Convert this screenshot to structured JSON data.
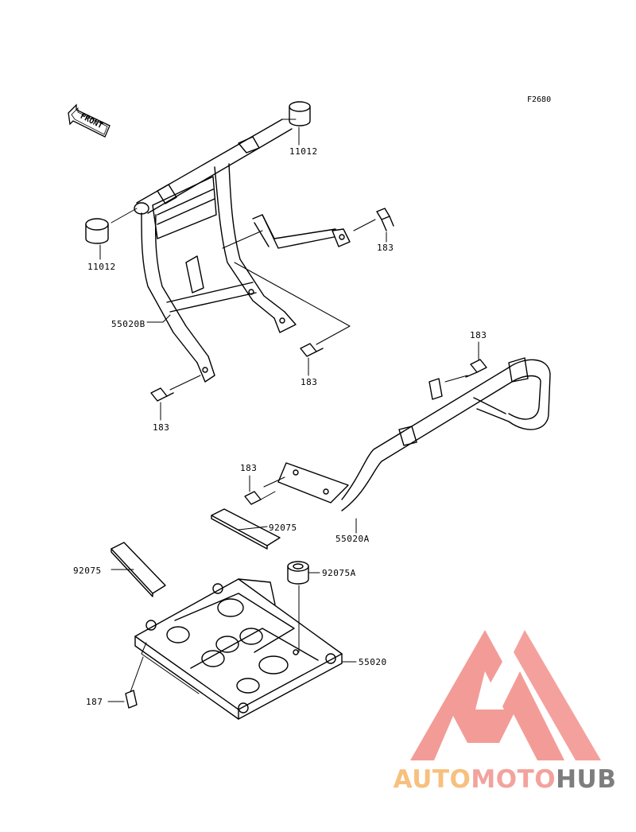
{
  "figure": {
    "code": "F2680",
    "front_label": "FRONT"
  },
  "labels": {
    "l1": "11012",
    "l2": "11012",
    "l3": "183",
    "l4": "55020B",
    "l5": "183",
    "l6": "183",
    "l7": "183",
    "l8": "183",
    "l9": "92075",
    "l10": "55020A",
    "l11": "92075",
    "l12": "92075A",
    "l13": "55020",
    "l14": "187"
  },
  "watermark": {
    "part1": "AUTO",
    "part2": "MOTO",
    "part3": "HUB",
    "colors": {
      "auto": "#f7c07e",
      "moto": "#f3a29d",
      "hub": "#7d7d7d",
      "triangle": "#f2918c"
    }
  }
}
